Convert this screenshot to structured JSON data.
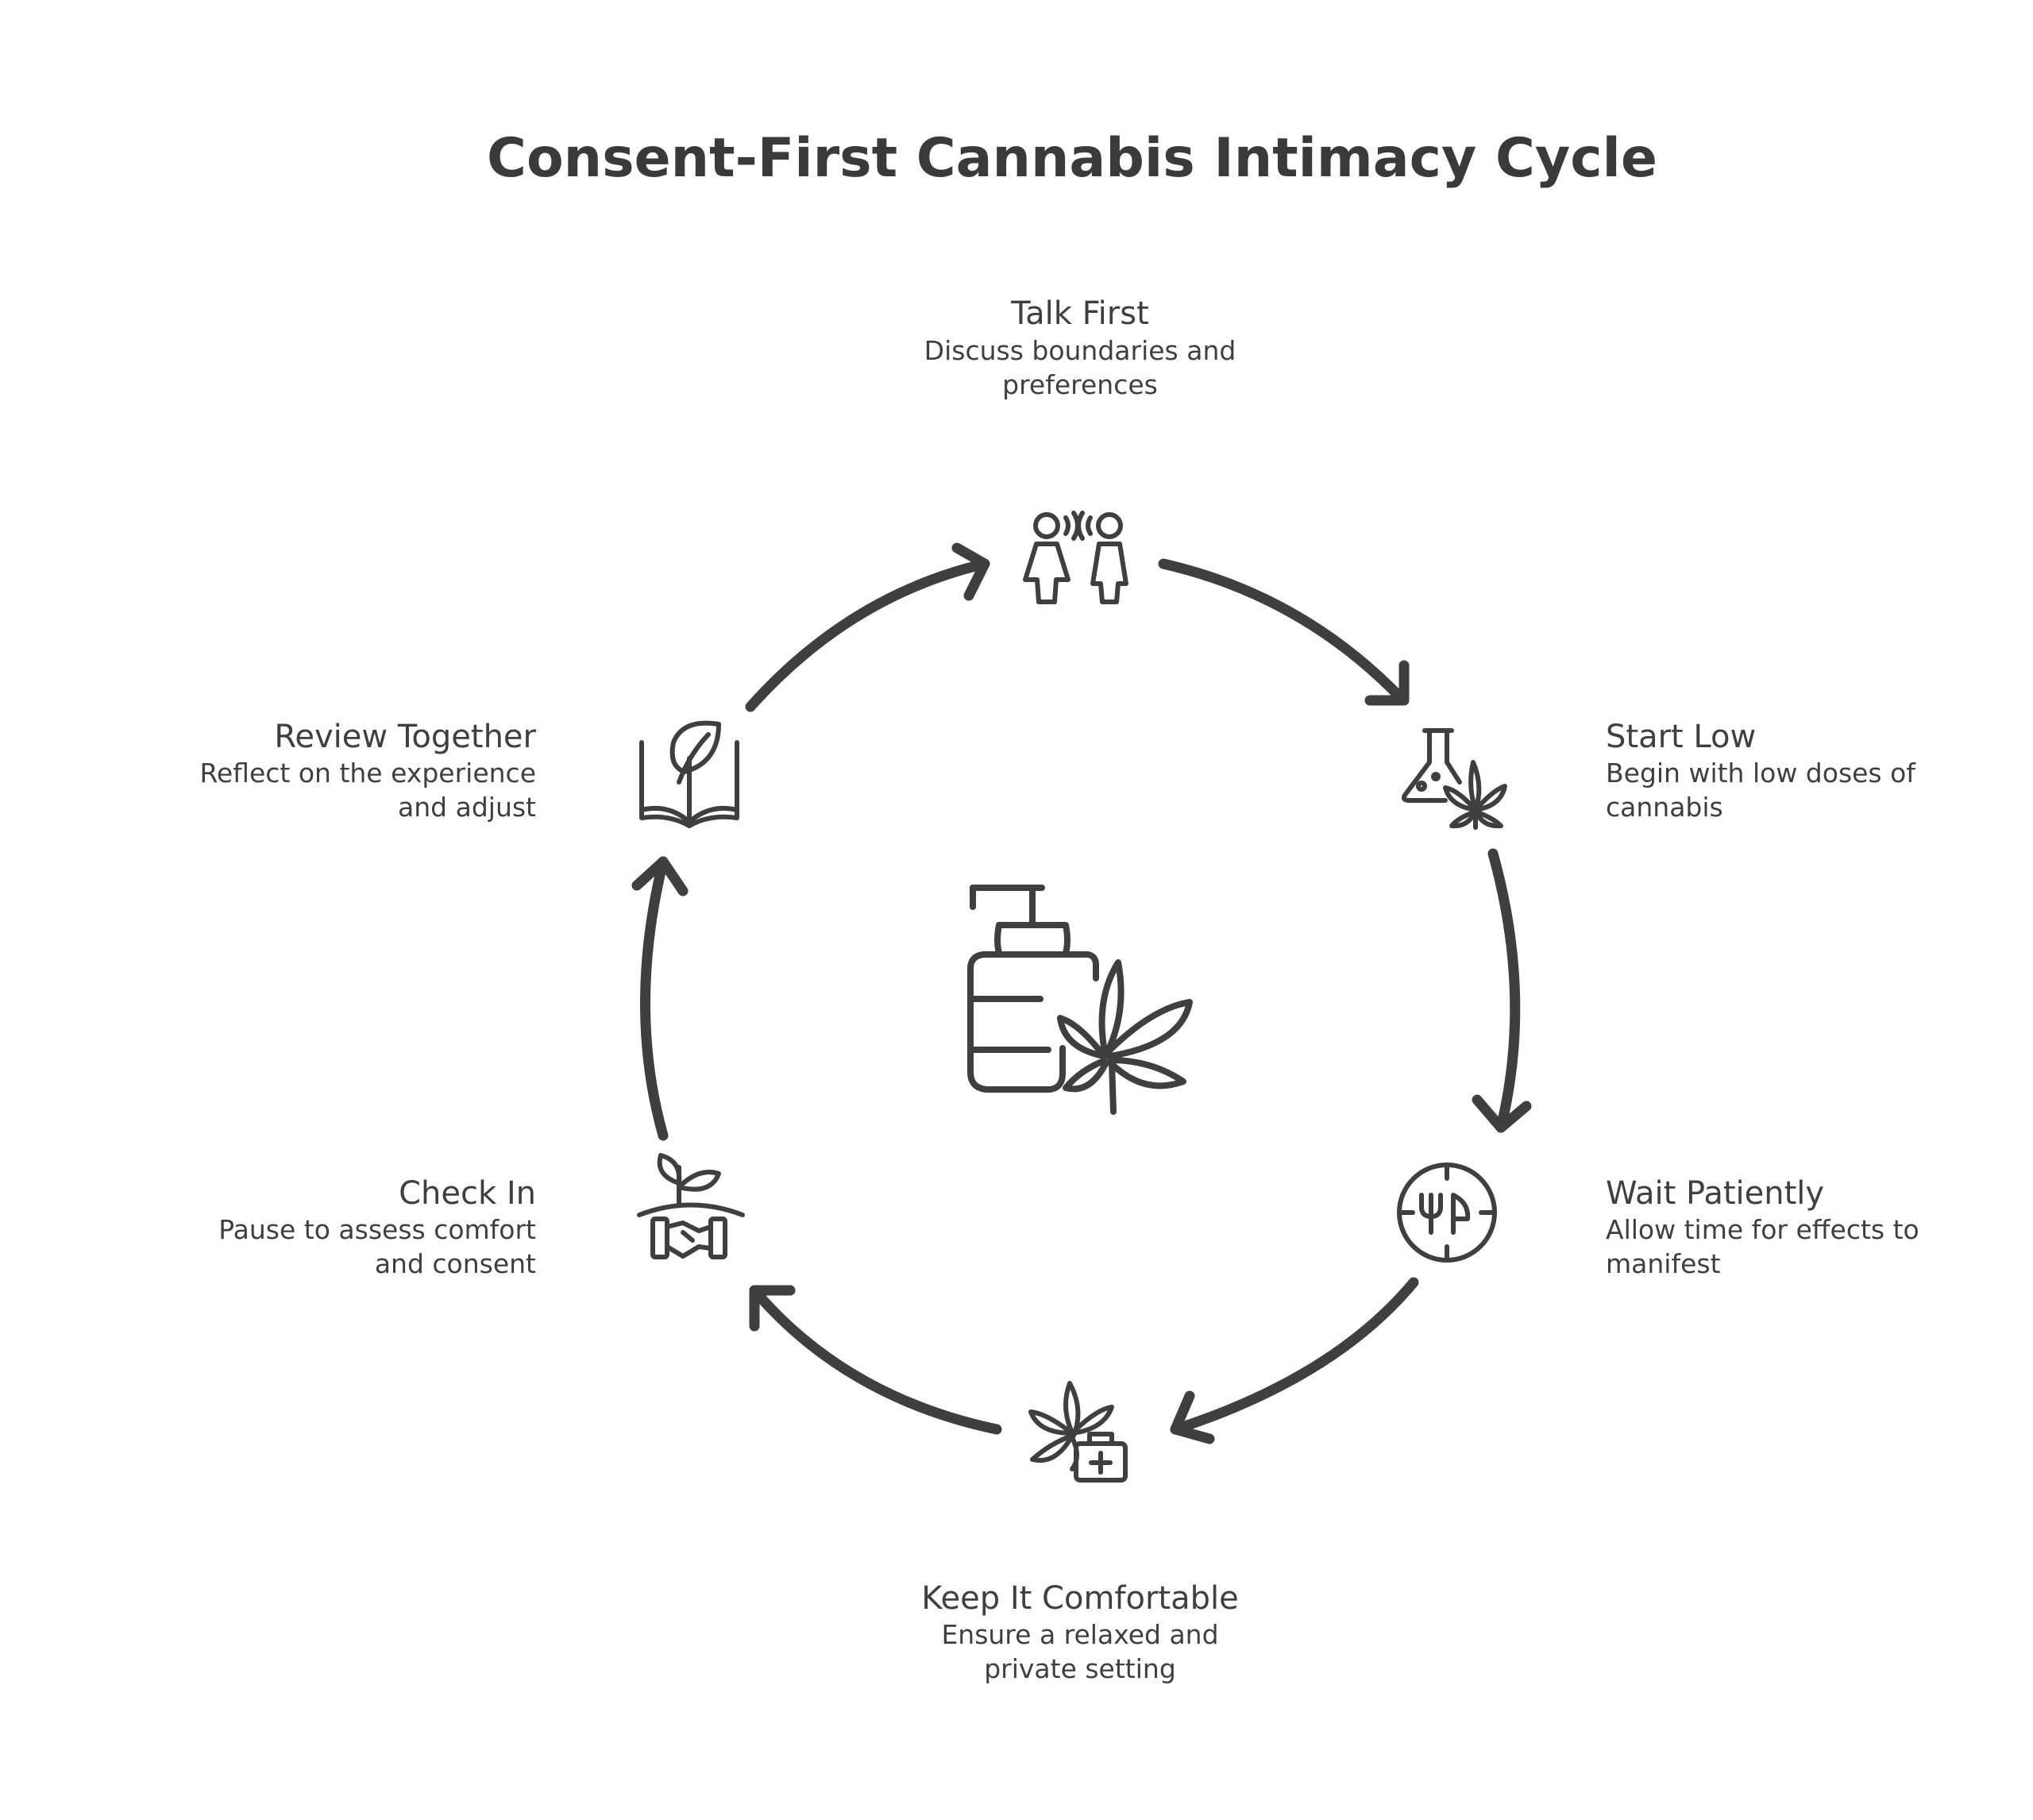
{
  "title": "Consent-First Cannabis Intimacy Cycle",
  "steps": [
    {
      "title": "Talk First",
      "desc1": "Discuss boundaries and",
      "desc2": "preferences",
      "icon": "two-people-talking-icon"
    },
    {
      "title": "Start Low",
      "desc1": "Begin with low doses of",
      "desc2": "cannabis",
      "icon": "flask-cannabis-icon"
    },
    {
      "title": "Wait Patiently",
      "desc1": "Allow time for effects to",
      "desc2": "manifest",
      "icon": "clock-icon"
    },
    {
      "title": "Keep It Comfortable",
      "desc1": "Ensure a relaxed and",
      "desc2": "private setting",
      "icon": "cannabis-first-aid-icon"
    },
    {
      "title": "Check In",
      "desc1": "Pause to assess comfort",
      "desc2": "and consent",
      "icon": "handshake-plant-icon"
    },
    {
      "title": "Review Together",
      "desc1": "Reflect on the experience",
      "desc2": "and adjust",
      "icon": "book-leaf-icon"
    }
  ],
  "center_icon": "lotion-bottle-cannabis-icon",
  "colors": {
    "stroke": "#3f3f3f",
    "background": "#ffffff"
  }
}
